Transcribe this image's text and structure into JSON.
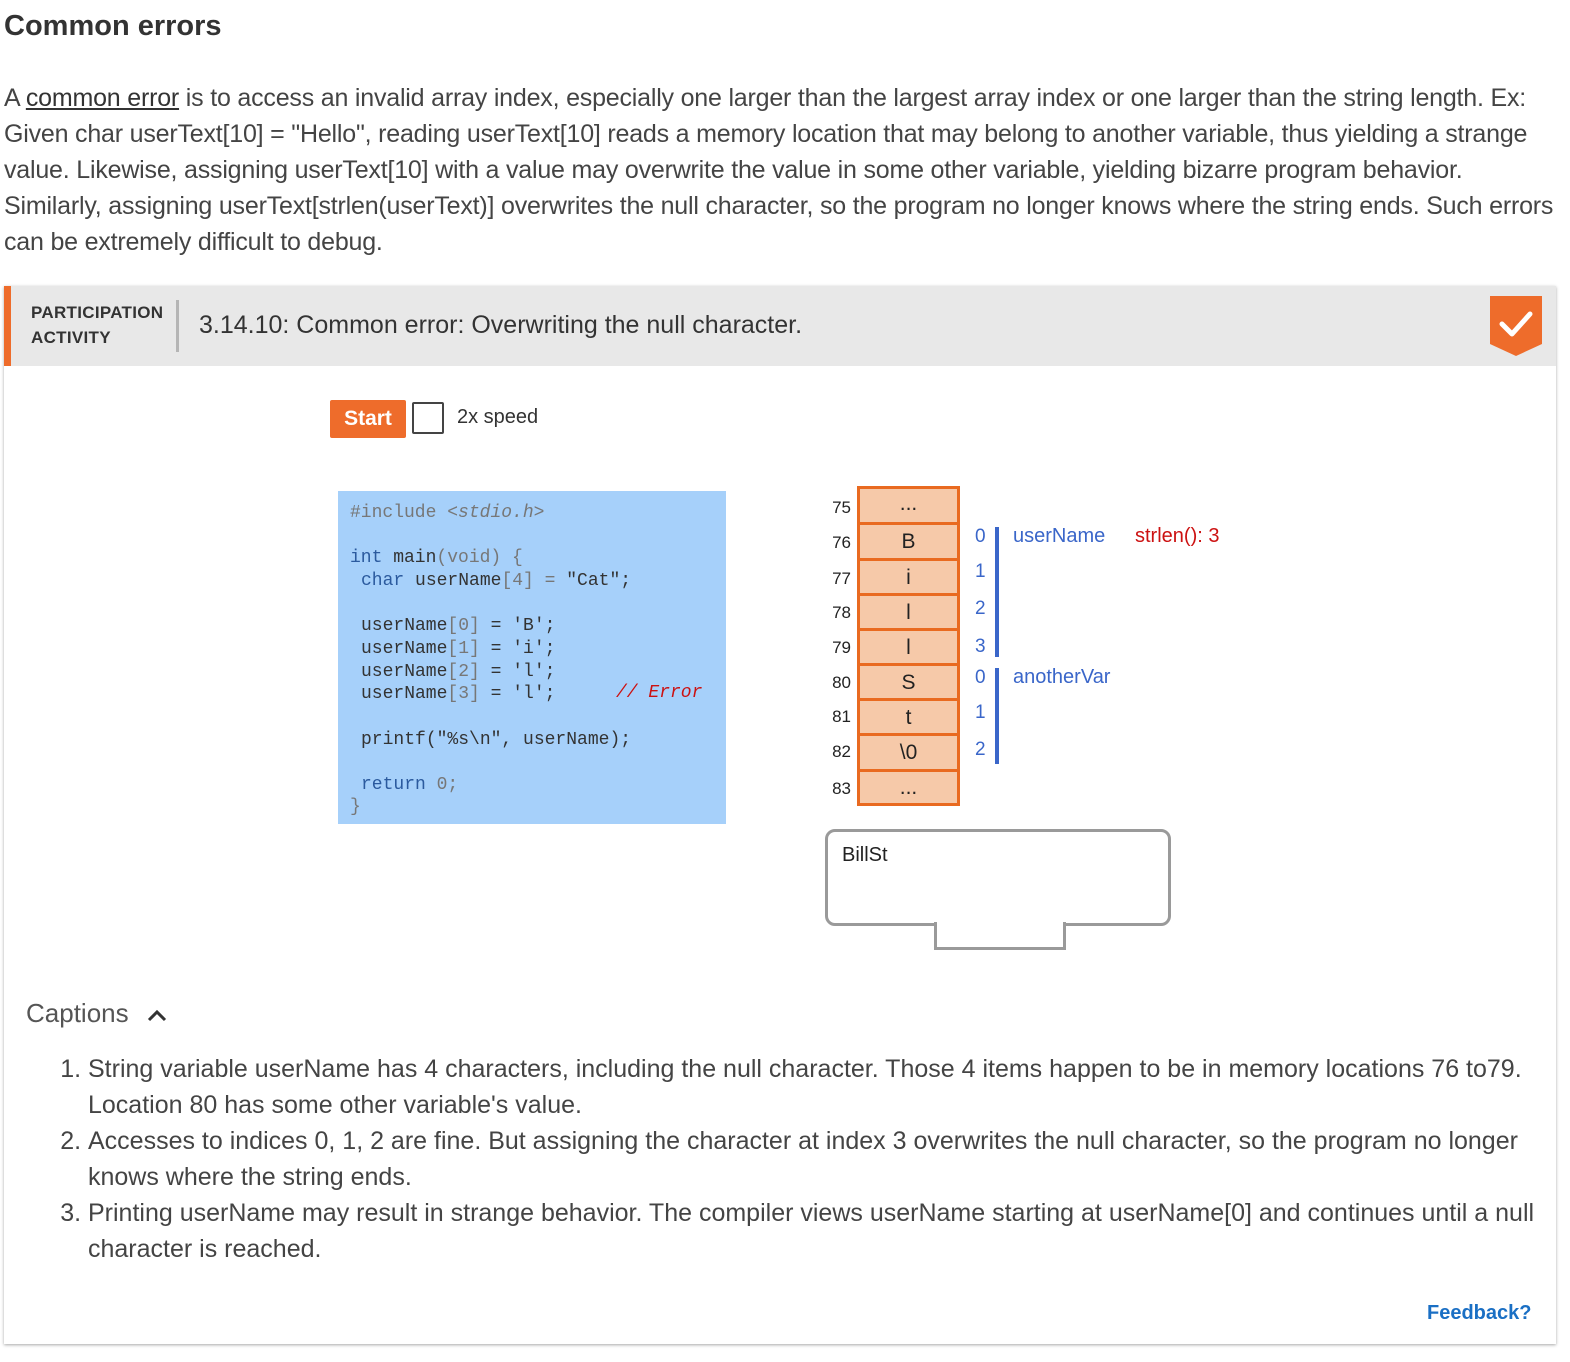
{
  "section_title": "Common errors",
  "intro": {
    "lead": "A ",
    "link": "common error",
    "body": " is to access an invalid array index, especially one larger than the largest array index or one larger than the string length. Ex: Given char userText[10] = \"Hello\", reading userText[10] reads a memory location that may belong to another variable, thus yielding a strange value. Likewise, assigning userText[10] with a value may overwrite the value in some other variable, yielding bizarre program behavior. Similarly, assigning userText[strlen(userText)] overwrites the null character, so the program no longer knows where the string ends. Such errors can be extremely difficult to debug."
  },
  "activity": {
    "label_line1": "PARTICIPATION",
    "label_line2": "ACTIVITY",
    "title": "3.14.10: Common error: Overwriting the null character.",
    "completed": true,
    "accent_color": "#ee6c2b",
    "start_label": "Start",
    "speed_label": "2x speed",
    "speed_checked": false
  },
  "code": {
    "include": "#include",
    "header": "<stdio.h>",
    "int": "int",
    "main": " main",
    "main_args": "(void) {",
    "char": "char",
    "decl_name": " userName",
    "decl_size": "[4]",
    "decl_eq": " = ",
    "decl_val": "\"Cat\";",
    "assign0_name": "userName",
    "assign0_idx": "[0]",
    "assign0_rest": " = 'B';",
    "assign1_name": "userName",
    "assign1_idx": "[1]",
    "assign1_rest": " = 'i';",
    "assign2_name": "userName",
    "assign2_idx": "[2]",
    "assign2_rest": " = 'l';",
    "assign3_name": "userName",
    "assign3_idx": "[3]",
    "assign3_rest": " = 'l';",
    "error_comment": "// Error",
    "printf_fn": "printf",
    "printf_args": "(\"%s\\n\", userName);",
    "return_kw": "return",
    "return_val": " 0;",
    "close": "}"
  },
  "memory": {
    "addresses": [
      "75",
      "76",
      "77",
      "78",
      "79",
      "80",
      "81",
      "82",
      "83"
    ],
    "cells": [
      "...",
      "B",
      "i",
      "l",
      "l",
      "S",
      "t",
      "\\0",
      "..."
    ],
    "indices": [
      "0",
      "1",
      "2",
      "3",
      "0",
      "1",
      "2"
    ],
    "var1": "userName",
    "var2": "anotherVar",
    "strlen": "strlen(): 3"
  },
  "console": {
    "output": "BillSt"
  },
  "captions": {
    "toggle_label": "Captions",
    "items": [
      "String variable userName has 4 characters, including the null character. Those 4 items happen to be in memory locations 76 to79. Location 80 has some other variable's value.",
      "Accesses to indices 0, 1, 2 are fine. But assigning the character at index 3 overwrites the null character, so the program no longer knows where the string ends.",
      "Printing userName may result in strange behavior. The compiler views userName starting at userName[0] and continues until a null character is reached."
    ]
  },
  "feedback_label": "Feedback?"
}
